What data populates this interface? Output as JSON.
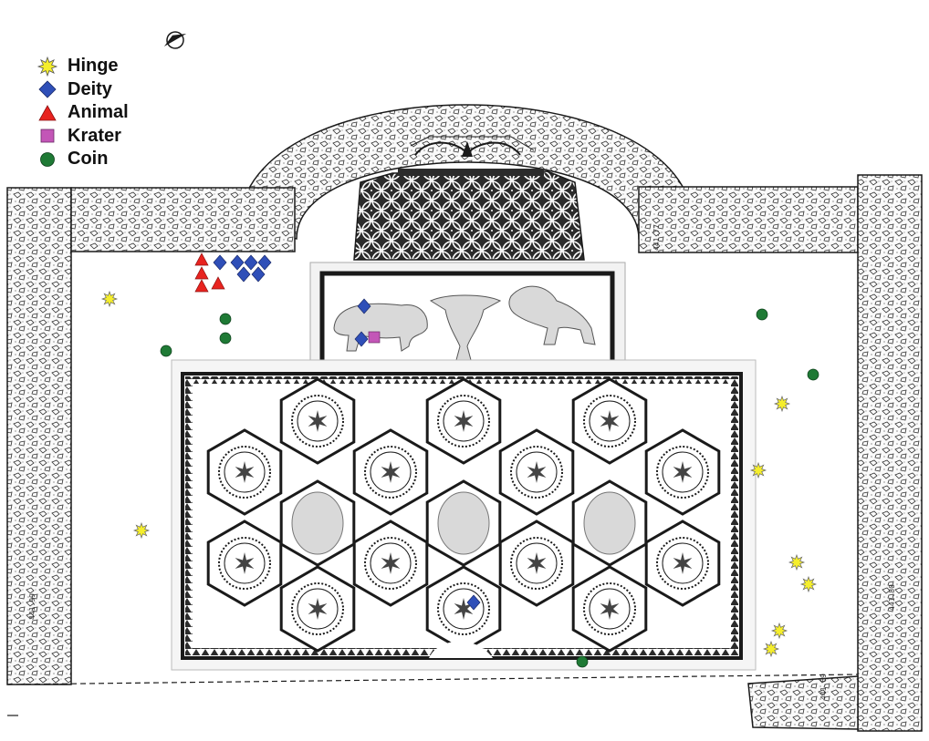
{
  "legend": {
    "items": [
      {
        "key": "hinge",
        "label": "Hinge",
        "symbol": "star",
        "color": "#f5ee2c"
      },
      {
        "key": "deity",
        "label": "Deity",
        "symbol": "diamond",
        "color": "#2f4fb8"
      },
      {
        "key": "animal",
        "label": "Animal",
        "symbol": "triangle",
        "color": "#e8231f"
      },
      {
        "key": "krater",
        "label": "Krater",
        "symbol": "square",
        "color": "#c356b7"
      },
      {
        "key": "coin",
        "label": "Coin",
        "symbol": "circle",
        "color": "#1f7a35"
      }
    ]
  },
  "elevations": {
    "left": "441.99",
    "right_upper": "441.77",
    "right_middle": "441.80",
    "bottom_right": "441.69"
  },
  "colors": {
    "ink": "#1a1a1a",
    "mosaic_dark": "#2b2b2b",
    "figure_grey": "#d9d9d9"
  }
}
